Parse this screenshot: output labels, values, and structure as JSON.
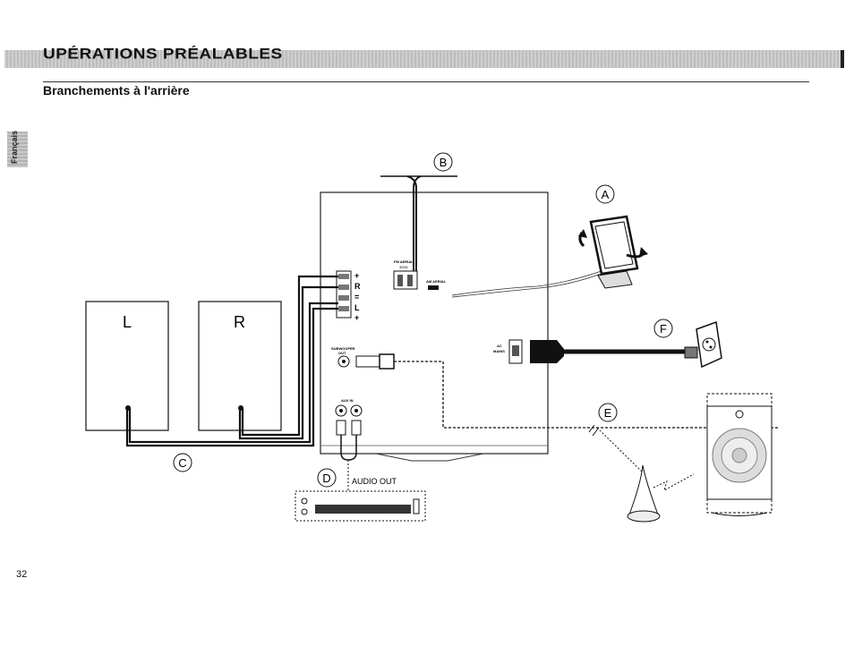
{
  "header": {
    "title": "UPÉRATIONS PRÉALABLES",
    "subtitle": "Branchements à l'arrière"
  },
  "side_tab": {
    "label": "Français"
  },
  "page_number": "32",
  "diagram": {
    "callouts": {
      "a": "A",
      "b": "B",
      "c": "C",
      "d": "D",
      "e": "E",
      "f": "F"
    },
    "speaker_left": "L",
    "speaker_right": "R",
    "terminal_signs": {
      "plus_top": "+",
      "r": "R",
      "minus": "=",
      "l": "L",
      "plus_bottom": "+"
    },
    "fm_aerial": "FM AERIAL",
    "fm_ohm": "300Ω",
    "am_aerial": "AM AERIAL",
    "subwoofer_out_1": "SUBWOOFER",
    "subwoofer_out_2": "OUT",
    "ac_mains_1": "AC",
    "ac_mains_2": "MAINS",
    "aux_in": "AUX IN",
    "audio_out": "AUDIO OUT"
  }
}
